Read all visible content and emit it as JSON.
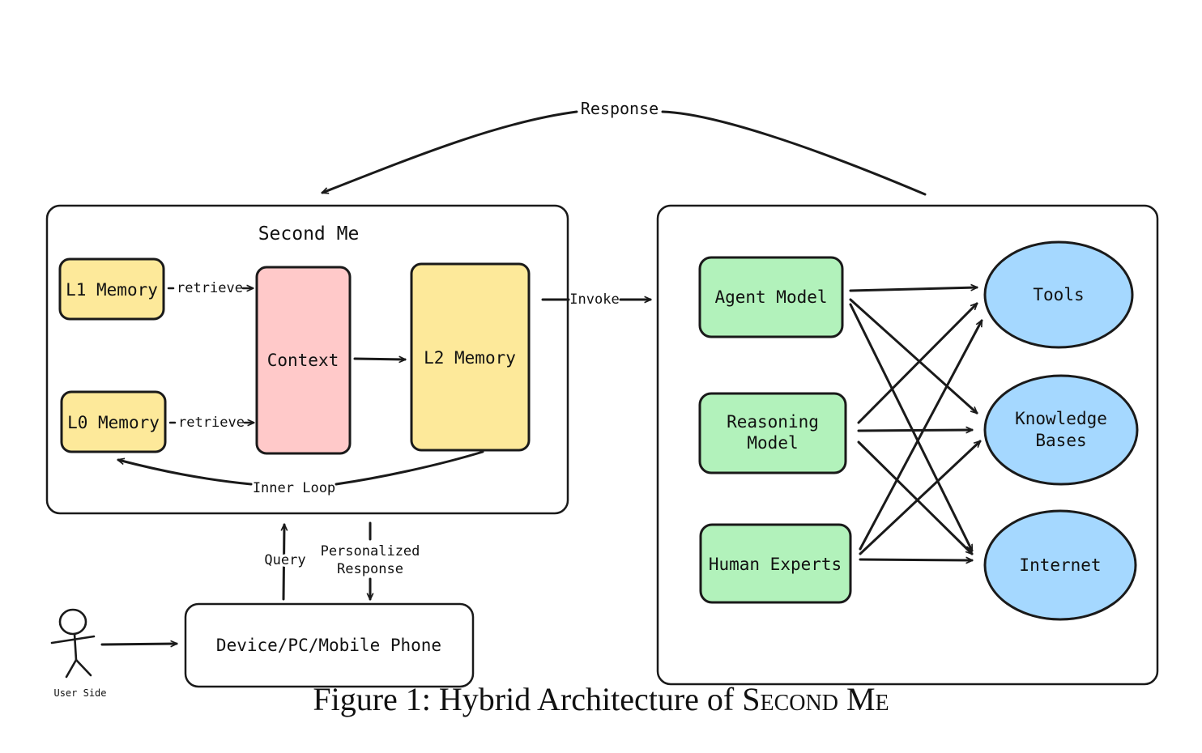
{
  "colors": {
    "memory_yellow": "#fde99a",
    "context_pink": "#ffc9c9",
    "model_green": "#b2f2bb",
    "resource_blue": "#a5d8ff"
  },
  "edges": {
    "response": "Response",
    "retrieve_l1": "retrieve",
    "retrieve_l0": "retrieve",
    "invoke": "Invoke",
    "inner_loop": "Inner Loop",
    "query": "Query",
    "personalized_response_line1": "Personalized",
    "personalized_response_line2": "Response"
  },
  "second_me": {
    "title": "Second Me",
    "l1_memory": "L1 Memory",
    "l0_memory": "L0 Memory",
    "context": "Context",
    "l2_memory": "L2 Memory"
  },
  "models": {
    "agent_model": "Agent Model",
    "reasoning_model_line1": "Reasoning",
    "reasoning_model_line2": "Model",
    "human_experts": "Human Experts"
  },
  "resources": {
    "tools": "Tools",
    "knowledge_bases_line1": "Knowledge",
    "knowledge_bases_line2": "Bases",
    "internet": "Internet"
  },
  "user": {
    "user_side": "User Side",
    "device": "Device/PC/Mobile Phone"
  },
  "caption": {
    "prefix": "Figure 1: Hybrid Architecture of ",
    "name": "Second Me"
  }
}
